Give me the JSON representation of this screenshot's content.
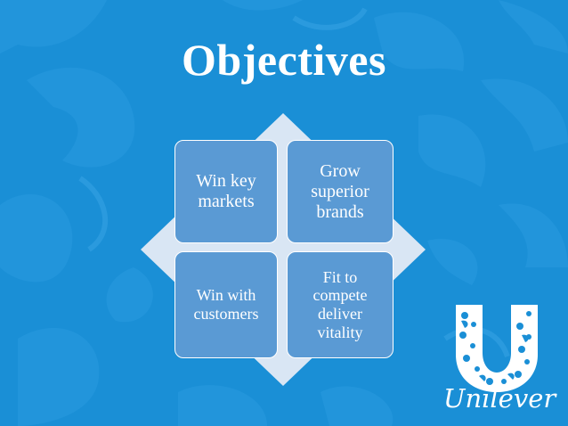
{
  "slide": {
    "title": "Objectives",
    "background_color": "#1a8fd6",
    "box_color": "#5a9ad4"
  },
  "objectives": [
    {
      "label": "Win key\nmarkets"
    },
    {
      "label": "Grow\nsuperior\nbrands"
    },
    {
      "label": "Win with\ncustomers"
    },
    {
      "label": "Fit to\ncompete\ndeliver\nvitality"
    }
  ],
  "logo": {
    "text": "Unilever",
    "icon": "unilever-u-logo-icon"
  }
}
